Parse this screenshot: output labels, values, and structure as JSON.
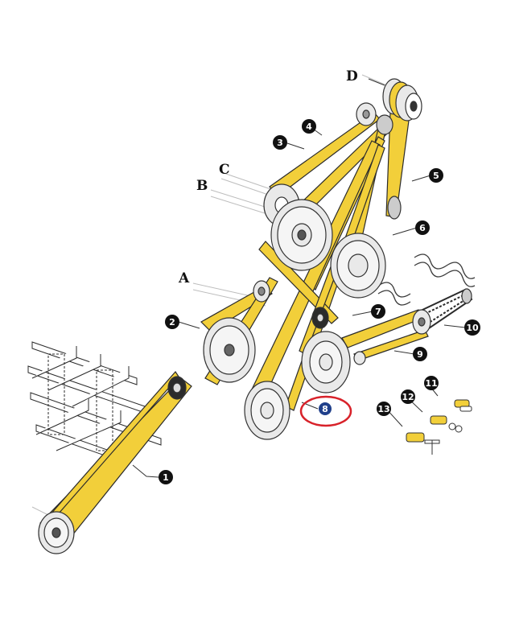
{
  "diagram": {
    "colors": {
      "belt": "#f2cf3a",
      "belt_edge": "#2b2b2b",
      "pulley": "#e9e9e9",
      "pulley_edge": "#333333",
      "callout": "#111111",
      "callout_selected": "#1f3f8a",
      "highlight_ring": "#d8222a"
    },
    "letters": [
      {
        "id": "A",
        "text": "A"
      },
      {
        "id": "B",
        "text": "B"
      },
      {
        "id": "C",
        "text": "C"
      },
      {
        "id": "D",
        "text": "D"
      }
    ],
    "callouts": [
      {
        "id": "1",
        "text": "1"
      },
      {
        "id": "2",
        "text": "2"
      },
      {
        "id": "3",
        "text": "3"
      },
      {
        "id": "4",
        "text": "4"
      },
      {
        "id": "5",
        "text": "5"
      },
      {
        "id": "6",
        "text": "6"
      },
      {
        "id": "7",
        "text": "7"
      },
      {
        "id": "8",
        "text": "8",
        "selected": true
      },
      {
        "id": "9",
        "text": "9"
      },
      {
        "id": "10",
        "text": "10"
      },
      {
        "id": "11",
        "text": "11"
      },
      {
        "id": "12",
        "text": "12"
      },
      {
        "id": "13",
        "text": "13"
      }
    ]
  }
}
